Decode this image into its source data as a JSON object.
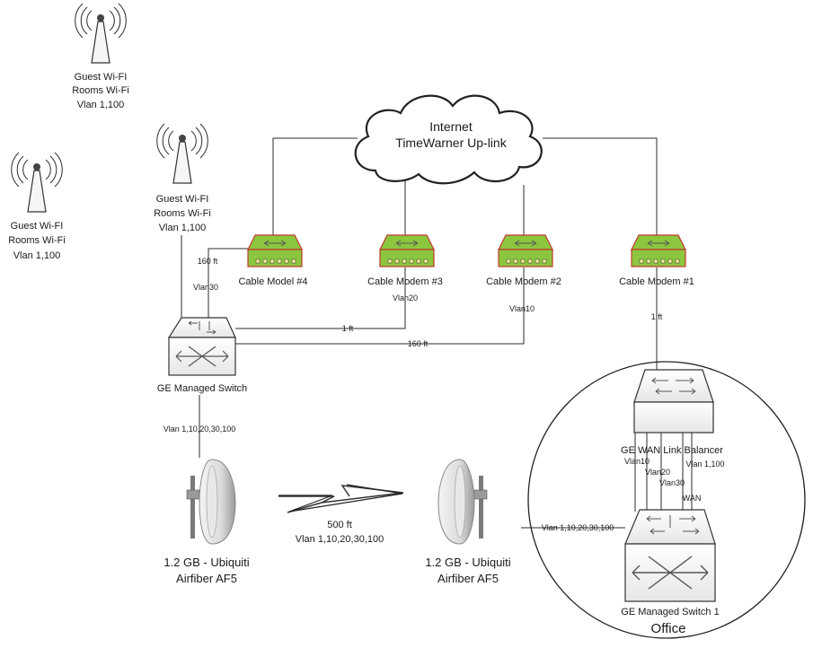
{
  "cloud": {
    "line1": "Internet",
    "line2": "TimeWarner Up-link"
  },
  "antennas": {
    "top": [
      "Guest Wi-FI",
      "Rooms Wi-Fi",
      "Vlan 1,100"
    ],
    "left": [
      "Guest Wi-FI",
      "Rooms Wi-Fi",
      "Vlan 1,100"
    ],
    "mid": [
      "Guest Wi-FI",
      "Rooms Wi-Fi",
      "Vlan 1,100"
    ]
  },
  "modems": {
    "m4": "Cable Model #4",
    "m3": "Cable Modem #3",
    "m2": "Cable Modem #2",
    "m1": "Cable Modem #1"
  },
  "links": {
    "ft160_top": "160 ft",
    "vlan30_left": "Vlan30",
    "vlan20": "Vlan20",
    "vlan10": "Vlan10",
    "ft1_mid": "1 ft",
    "ft160_mid": "160 ft",
    "ft1_right": "1 ft",
    "vlan_trunk": "Vlan 1,10,20,30,100",
    "wireless_dist": "500 ft",
    "wireless_vlan": "Vlan 1,10,20,30,100",
    "office_trunk": "Vlan 1,10,20,30,100"
  },
  "switch_left": "GE Managed Switch",
  "airfiber_left": [
    "1.2 GB - Ubiquiti",
    "Airfiber AF5"
  ],
  "airfiber_right": [
    "1.2 GB - Ubiquiti",
    "Airfiber AF5"
  ],
  "office": {
    "balancer": "GE WAN Link Balancer",
    "vlan10": "Vlan10",
    "vlan20": "Vlan20",
    "vlan30": "Vlan30",
    "vlan1_100": "Vlan 1,100",
    "wan": "WAN",
    "switch": "GE Managed Switch 1",
    "label": "Office"
  },
  "colors": {
    "modem_green": "#8cc63f",
    "modem_border": "#c0392b"
  }
}
